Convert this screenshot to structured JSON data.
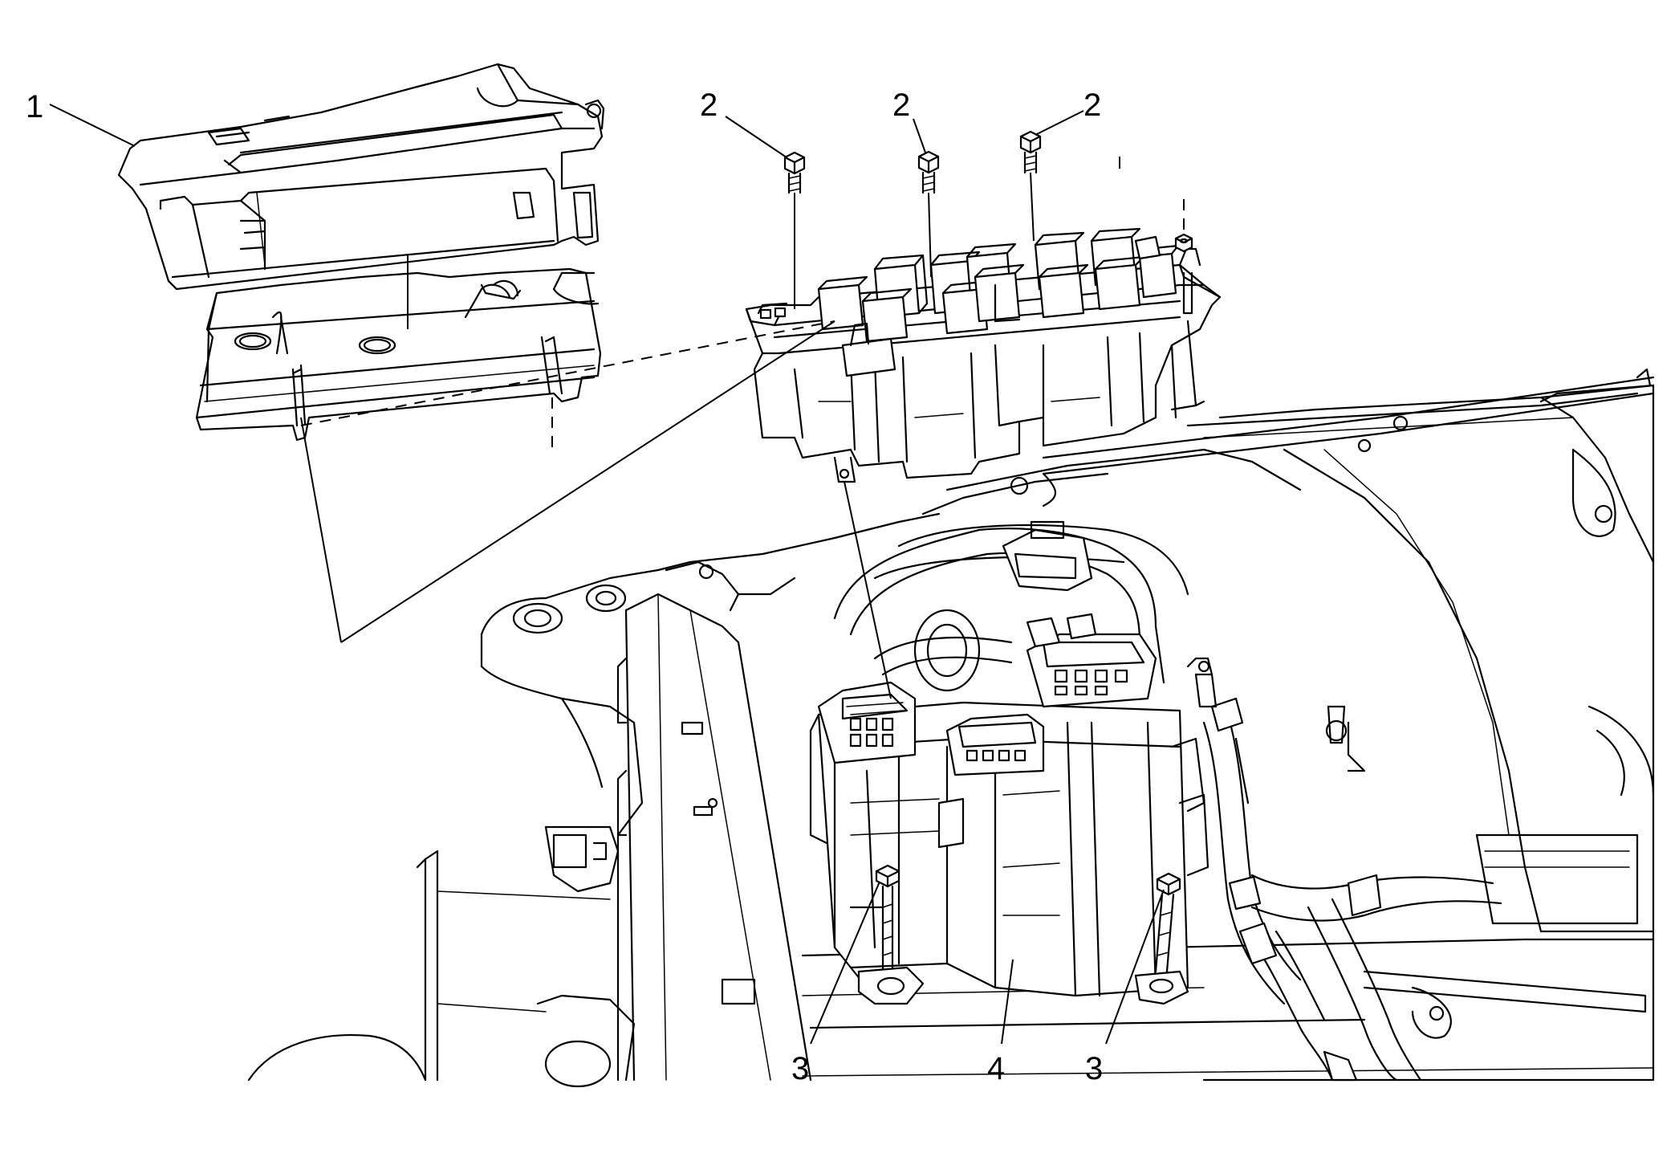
{
  "diagram": {
    "callouts": [
      {
        "id": "c1",
        "label": "1"
      },
      {
        "id": "c2a",
        "label": "2"
      },
      {
        "id": "c2b",
        "label": "2"
      },
      {
        "id": "c2c",
        "label": "2"
      },
      {
        "id": "c3a",
        "label": "3"
      },
      {
        "id": "c4",
        "label": "4"
      },
      {
        "id": "c3b",
        "label": "3"
      }
    ]
  }
}
